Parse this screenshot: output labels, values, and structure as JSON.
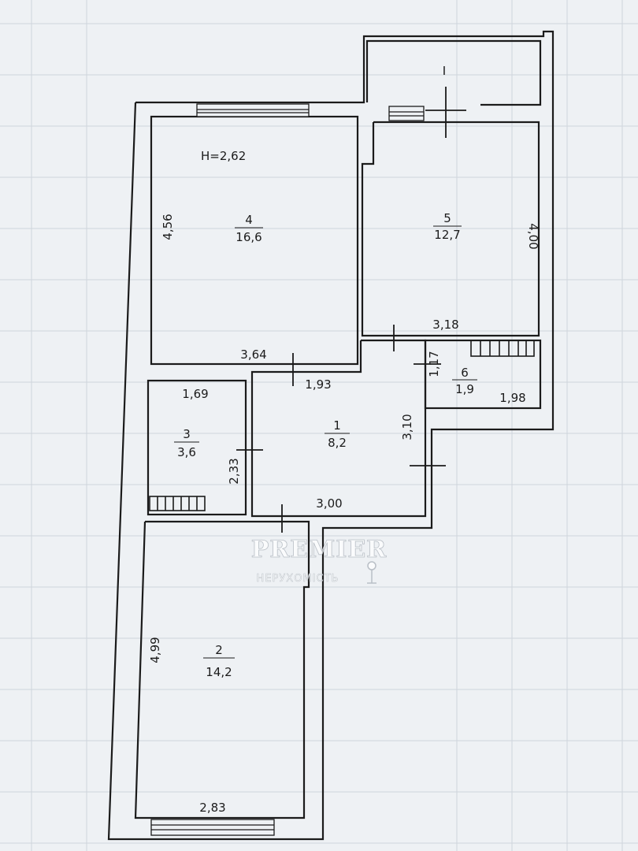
{
  "ceiling_height": "H=2,62",
  "rooms": [
    {
      "number": "1",
      "area": "8,2"
    },
    {
      "number": "2",
      "area": "14,2"
    },
    {
      "number": "3",
      "area": "3,6"
    },
    {
      "number": "4",
      "area": "16,6"
    },
    {
      "number": "5",
      "area": "12,7"
    },
    {
      "number": "6",
      "area": "1,9"
    }
  ],
  "dimensions": {
    "room4_height": "4,56",
    "room4_width": "3,64",
    "room5_height": "4,00",
    "room5_width": "3,18",
    "room6_height": "1,17",
    "room6_width": "1,98",
    "room3_width": "1,69",
    "room3_height": "2,33",
    "hall_top": "1,93",
    "hall_height": "3,10",
    "hall_bottom": "3,00",
    "room2_height": "4,99",
    "room2_width": "2,83"
  },
  "balcony_label": "I",
  "watermark": {
    "brand": "PREMIER",
    "sub": "НЕРУХОМІСТЬ"
  },
  "colors": {
    "line": "#1b1b1b",
    "paper": "#eef1f4",
    "grid": "#cfd5dc"
  }
}
